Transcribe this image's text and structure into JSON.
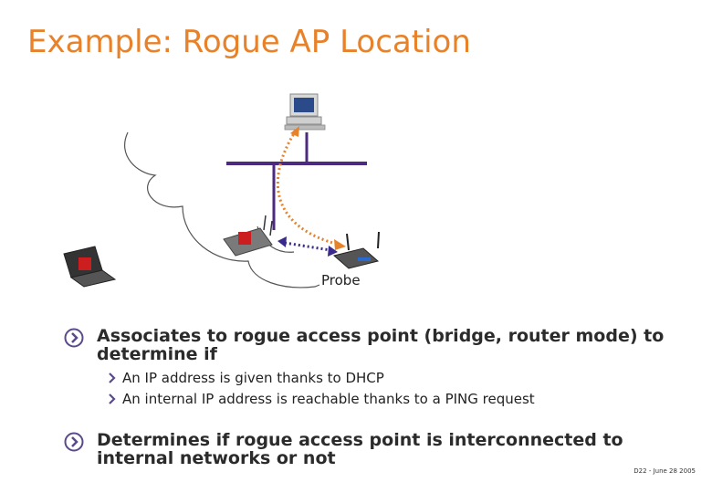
{
  "slide": {
    "title": "Example: Rogue AP Location",
    "probe_label": "Probe",
    "bullets": [
      {
        "text": "Associates to rogue access point (bridge, router mode) to determine if",
        "sub": [
          "An IP address is given thanks to DHCP",
          "An internal IP address is reachable thanks to a PING request"
        ]
      },
      {
        "text": "Determines if rogue access point is interconnected to internal networks or not",
        "sub": []
      }
    ],
    "footer": "D22 - June 28 2005"
  },
  "colors": {
    "title": "#e8822a",
    "network_line": "#4b2a80",
    "orange_dash": "#e8822a",
    "purple_dash": "#3a2a8a",
    "rogue_red": "#cc1e1e"
  },
  "icons": [
    "circle-chevron-icon",
    "chevron-right-icon",
    "computer-icon",
    "laptop-icon",
    "access-point-icon",
    "router-icon"
  ]
}
